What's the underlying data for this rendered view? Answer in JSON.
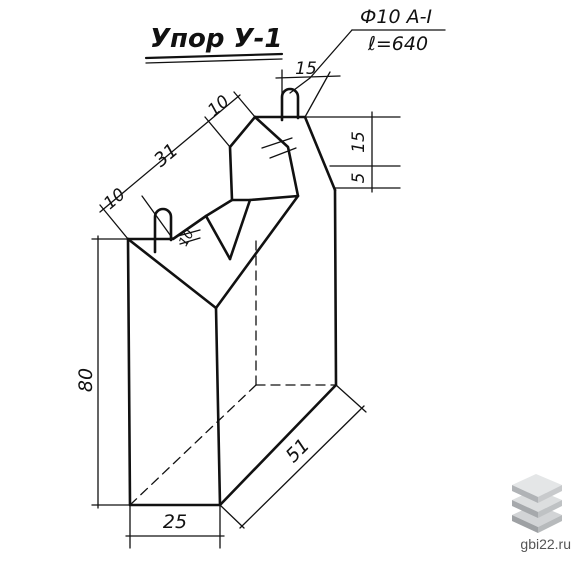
{
  "title": "Упор У-1",
  "rebar": {
    "diameter": "Ф10 А-I",
    "length": "ℓ=640"
  },
  "dimensions": {
    "height": "80",
    "bottom_width": "25",
    "depth": "51",
    "top_upper_section": "31",
    "top_left_offset": "10",
    "top_right_offset": "10",
    "loop_width": "15",
    "right_height_upper": "15",
    "right_height_lower": "5",
    "loop_small": "10"
  },
  "watermark": {
    "site": "gbi22.ru",
    "logo_icon": "stacked-slabs-icon"
  }
}
